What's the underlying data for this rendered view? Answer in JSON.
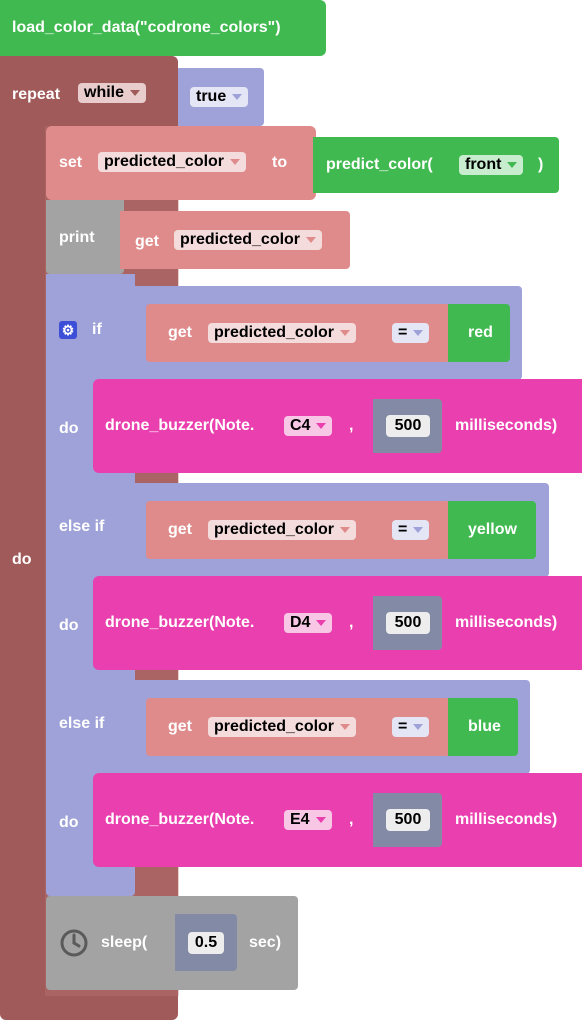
{
  "colors": {
    "green": "#3fb950",
    "brown": "#a05a5a",
    "lavender": "#9ea2d8",
    "salmon": "#df8b8b",
    "gray": "#a3a3a3",
    "magenta": "#ea3fae",
    "slate": "#838aa6"
  },
  "load": {
    "label": "load_color_data(\"codrone_colors\")"
  },
  "loop": {
    "repeat_label": "repeat",
    "mode_value": "while",
    "condition_value": "true",
    "do_label": "do"
  },
  "set_stmt": {
    "set_label": "set",
    "var_value": "predicted_color",
    "to_label": "to",
    "call_label": "predict_color(",
    "sensor_value": "front",
    "close_paren": ")"
  },
  "print_stmt": {
    "print_label": "print",
    "get_label": "get",
    "var_value": "predicted_color"
  },
  "if_block": {
    "if_label": "if",
    "else_if_label": "else if",
    "do_label": "do",
    "branches": [
      {
        "get_label": "get",
        "var_value": "predicted_color",
        "op": "=",
        "color": "red",
        "buzzer": {
          "call_label": "drone_buzzer(Note.",
          "note": "C4",
          "comma": ",",
          "duration": "500",
          "unit": "milliseconds)"
        }
      },
      {
        "get_label": "get",
        "var_value": "predicted_color",
        "op": "=",
        "color": "yellow",
        "buzzer": {
          "call_label": "drone_buzzer(Note.",
          "note": "D4",
          "comma": ",",
          "duration": "500",
          "unit": "milliseconds)"
        }
      },
      {
        "get_label": "get",
        "var_value": "predicted_color",
        "op": "=",
        "color": "blue",
        "buzzer": {
          "call_label": "drone_buzzer(Note.",
          "note": "E4",
          "comma": ",",
          "duration": "500",
          "unit": "milliseconds)"
        }
      }
    ]
  },
  "sleep_stmt": {
    "call_label": "sleep(",
    "value": "0.5",
    "unit": "sec)"
  }
}
